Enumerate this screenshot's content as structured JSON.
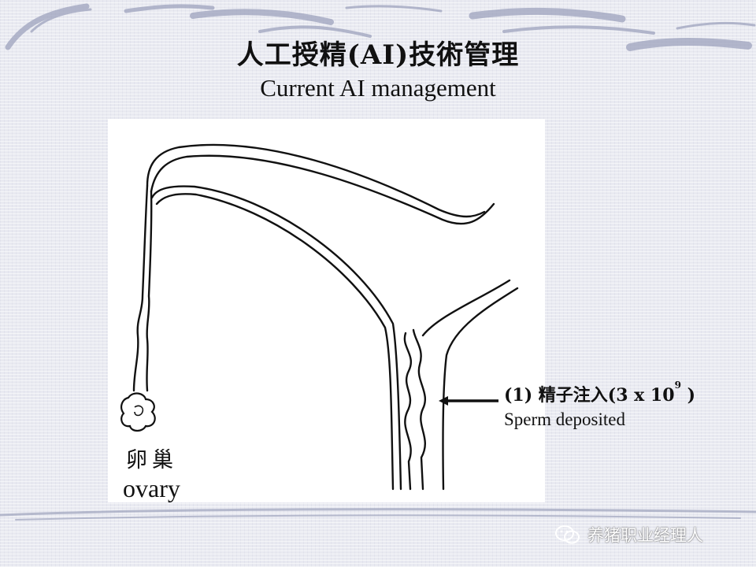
{
  "slide": {
    "title_cn": "人工授精(AI)技術管理",
    "title_en": "Current AI management"
  },
  "diagram": {
    "ovary_label_cn": "卵巢",
    "ovary_label_en": "ovary",
    "deposit_label": {
      "prefix": "(1) 精子注入(3 x 10",
      "exponent": "9",
      "suffix": " )",
      "subtitle": "Sperm deposited"
    }
  },
  "watermark": {
    "text": "养猪职业经理人",
    "icon": "wechat-icon"
  }
}
